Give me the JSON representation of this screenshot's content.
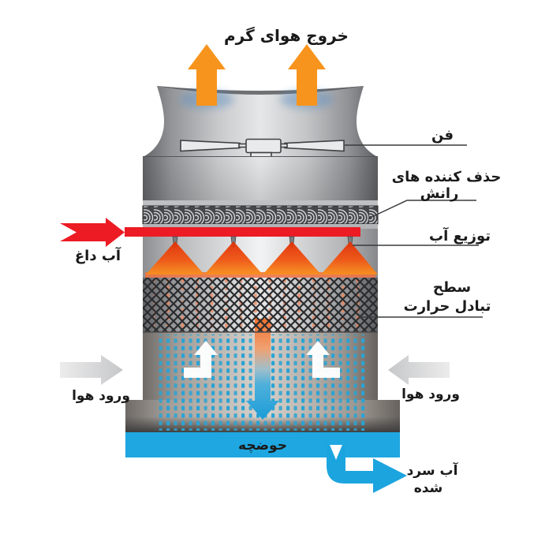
{
  "labels": {
    "hot_air_exit": "خروج هوای گرم",
    "fan": "فن",
    "drift_eliminator_line1": "حذف کننده های",
    "drift_eliminator_line2": "رانش",
    "water_distribution": "توزیع آب",
    "hot_water": "آب داغ",
    "heat_exchange_line1": "سطح",
    "heat_exchange_line2": "تبادل حرارت",
    "air_inlet_left": "ورود هوا",
    "air_inlet_right": "ورود هوا",
    "basin": "حوضچه",
    "cold_water_line1": "آب سرد",
    "cold_water_line2": "شده"
  },
  "colors": {
    "hot_air_arrow": "#F7941D",
    "hot_water": "#EC1B24",
    "cold_water": "#1CA4DF",
    "basin": "#1EA7E1",
    "air_inlet_arrow": "#D9DADB",
    "spray_cone": "#F05513",
    "body_metal": "#C8C9CB",
    "background": "#FFFFFF"
  }
}
